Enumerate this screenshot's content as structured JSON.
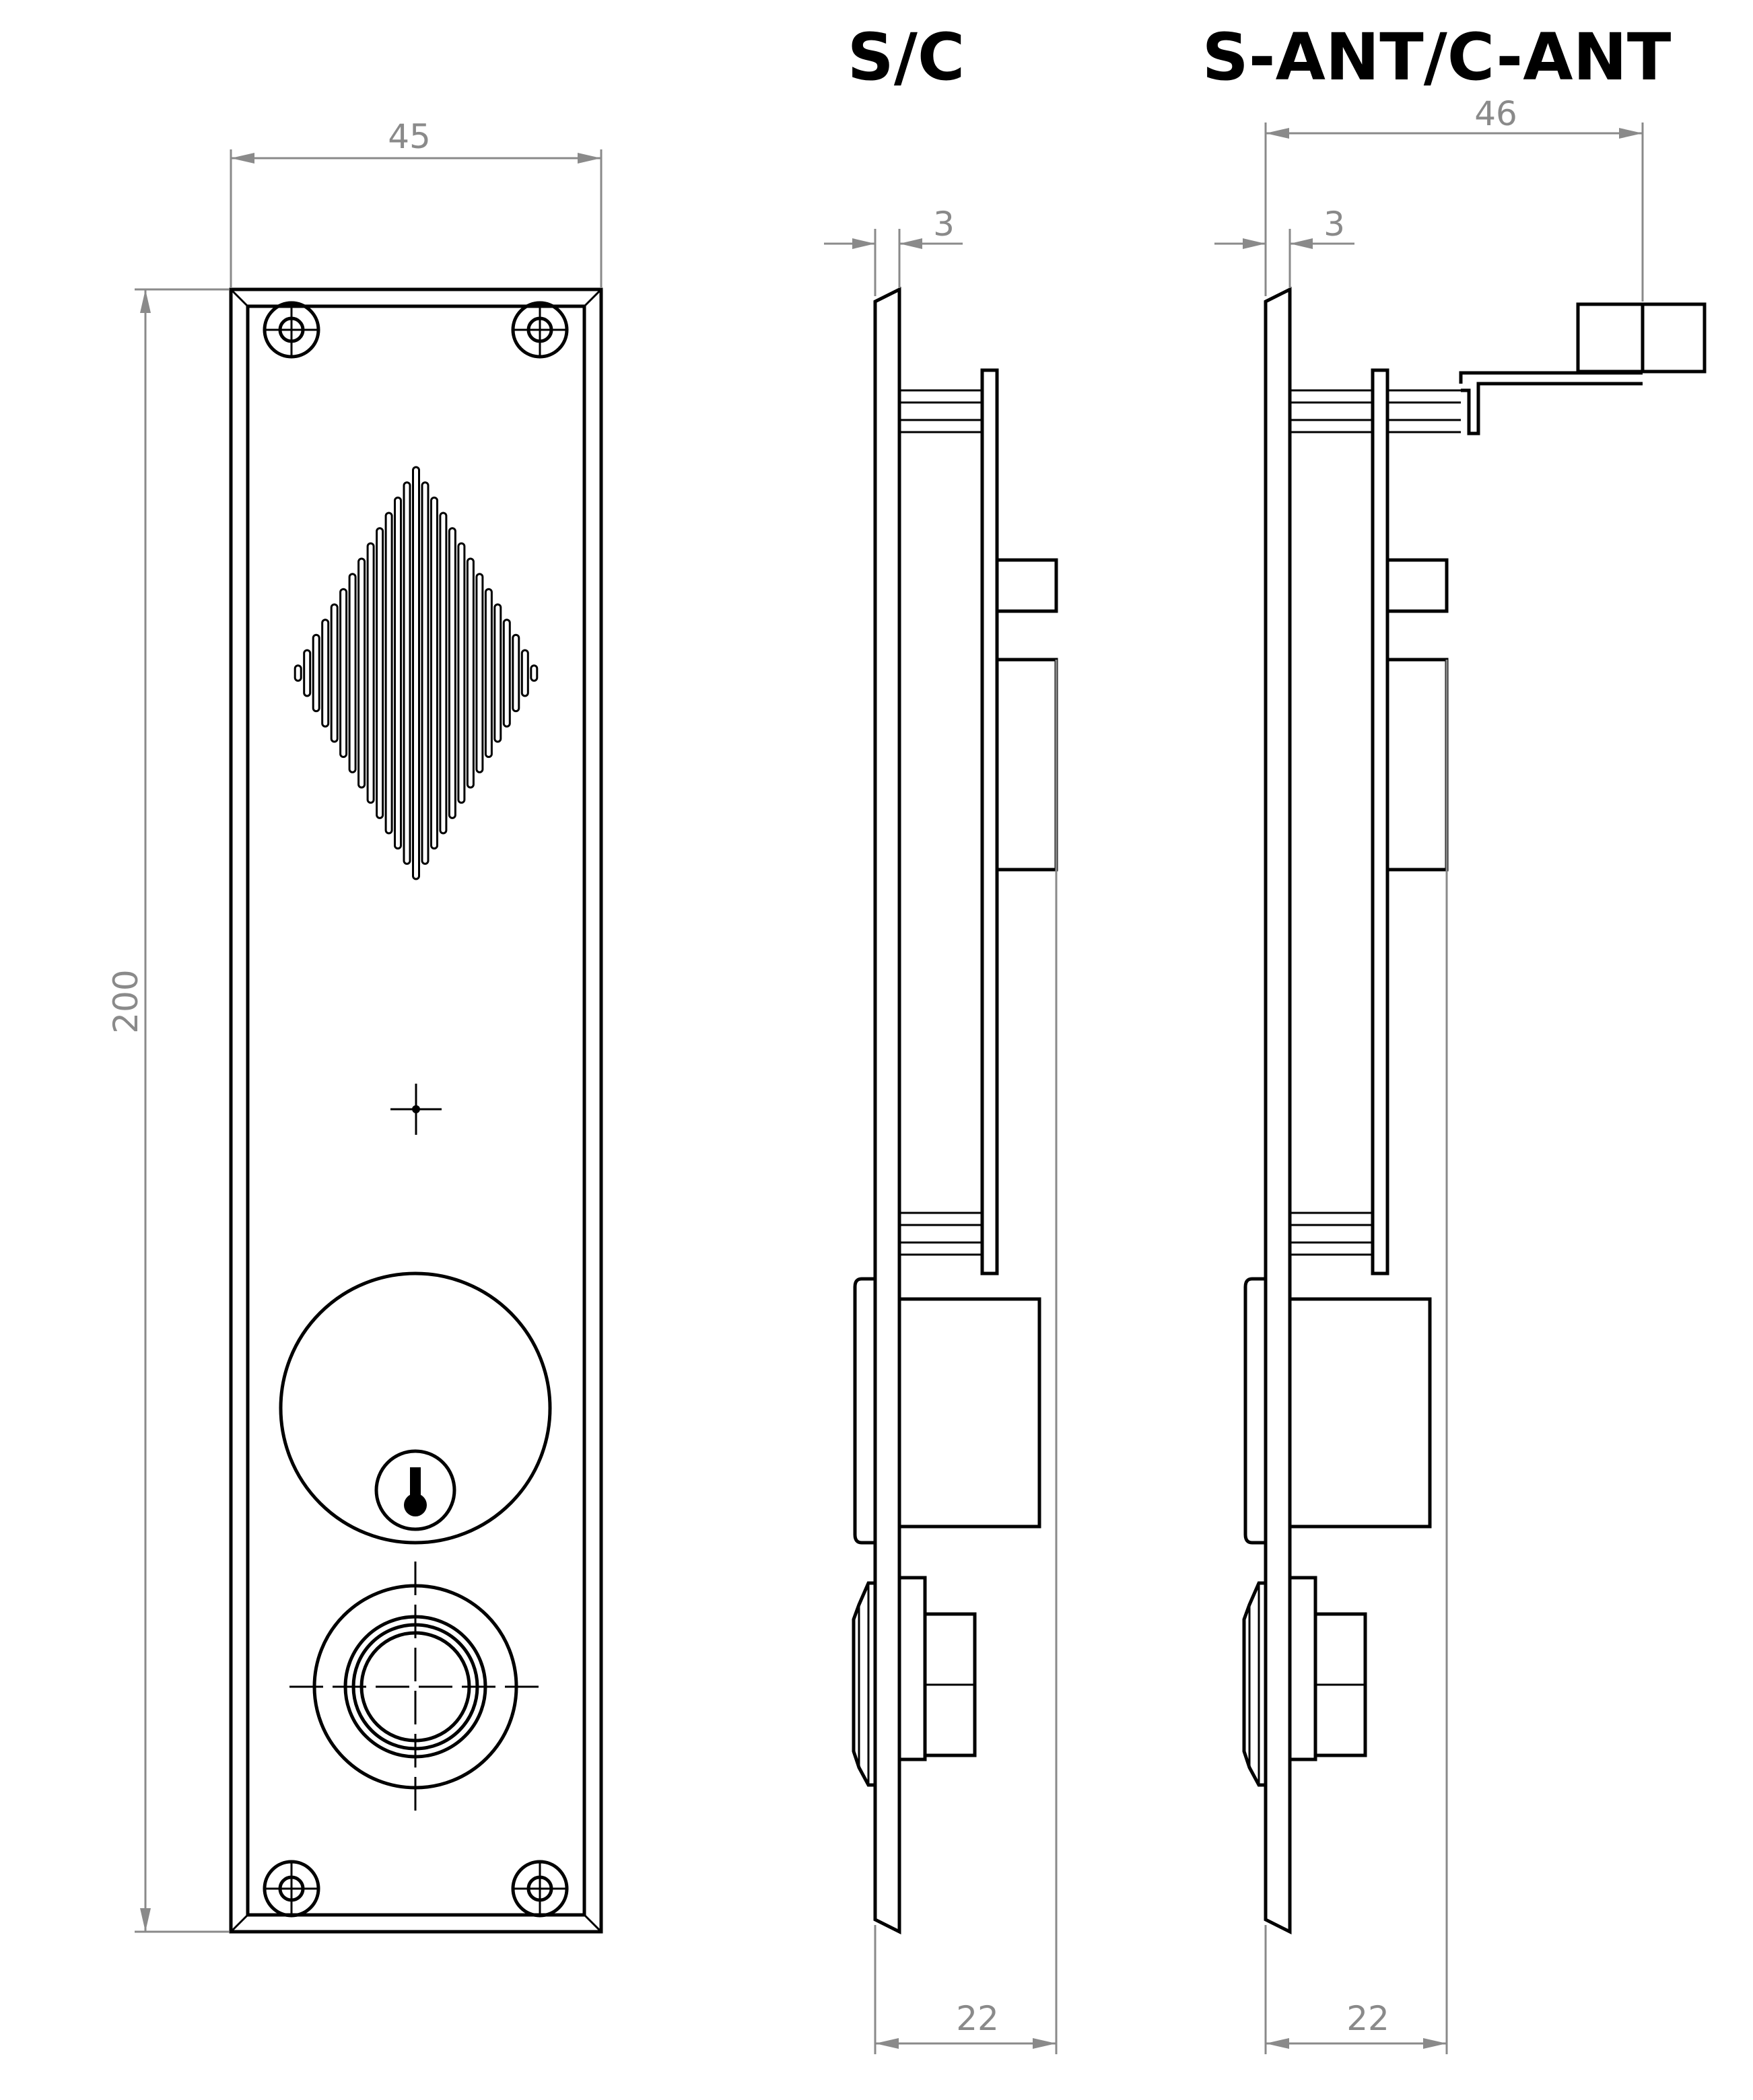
{
  "titles": {
    "view_center": "S/C",
    "view_right": "S-ANT/C-ANT"
  },
  "dimensions": {
    "front_width": "45",
    "front_height": "200",
    "center_thickness": "3",
    "center_depth": "22",
    "right_thickness": "3",
    "right_depth": "22",
    "right_antenna": "46"
  },
  "colors": {
    "line": "#000000",
    "dimension": "#8a8a8a"
  }
}
